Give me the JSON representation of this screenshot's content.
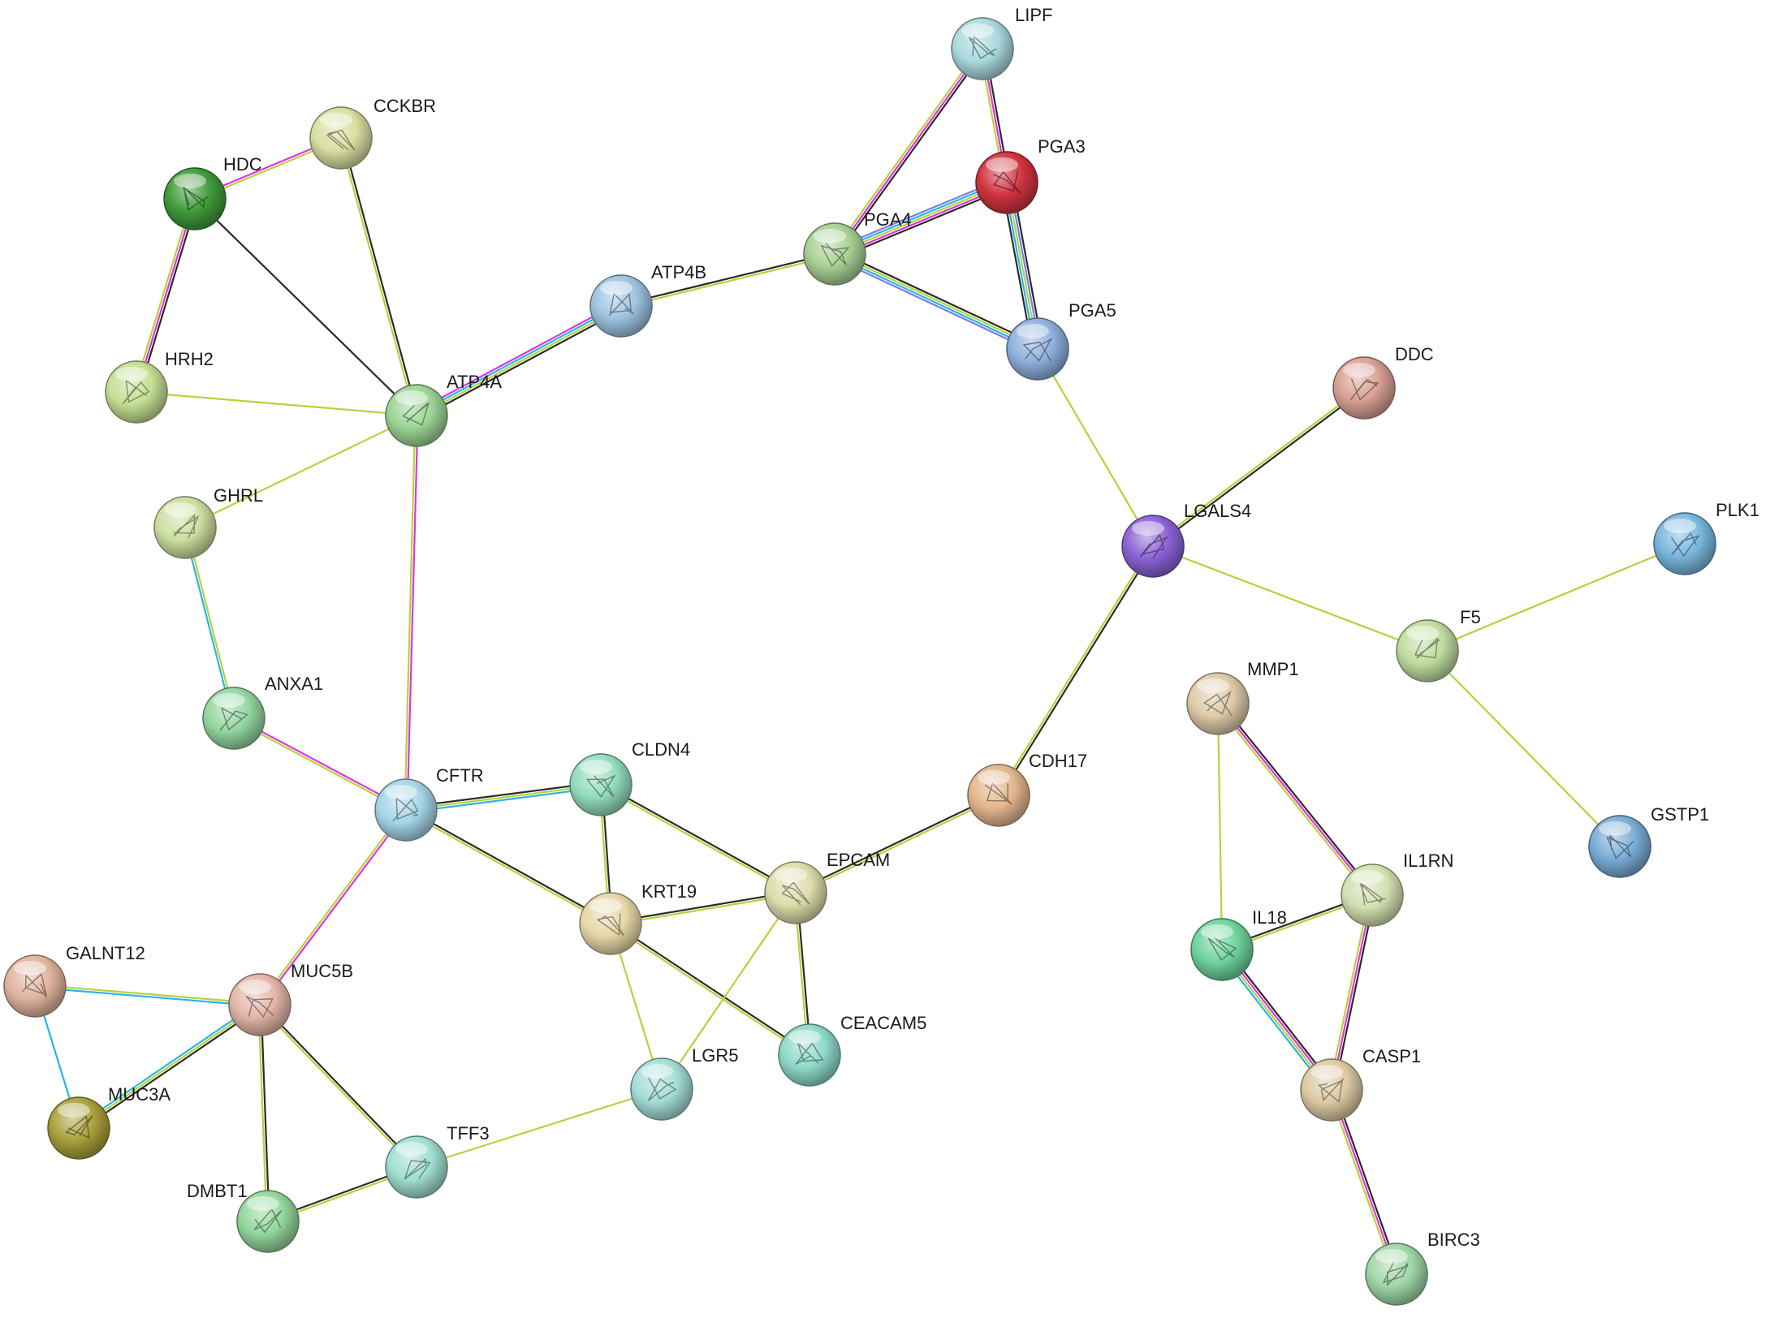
{
  "edge_colors": {
    "black": "#2b2b2b",
    "magenta": "#e033e0",
    "yellowgreen": "#b5d33a",
    "cyan": "#27b5e8",
    "blue": "#7b7bf0"
  },
  "nodes": [
    {
      "id": "LIPF",
      "label": "LIPF",
      "color": "#a9d9de"
    },
    {
      "id": "CCKBR",
      "label": "CCKBR",
      "color": "#d9dea0"
    },
    {
      "id": "HDC",
      "label": "HDC",
      "color": "#3f9a3a"
    },
    {
      "id": "PGA3",
      "label": "PGA3",
      "color": "#d0333f"
    },
    {
      "id": "PGA4",
      "label": "PGA4",
      "color": "#a8d093"
    },
    {
      "id": "ATP4B",
      "label": "ATP4B",
      "color": "#9dc3e0"
    },
    {
      "id": "PGA5",
      "label": "PGA5",
      "color": "#8eb0dc"
    },
    {
      "id": "HRH2",
      "label": "HRH2",
      "color": "#c3df93"
    },
    {
      "id": "ATP4A",
      "label": "ATP4A",
      "color": "#9cd494"
    },
    {
      "id": "DDC",
      "label": "DDC",
      "color": "#d8a093"
    },
    {
      "id": "GHRL",
      "label": "GHRL",
      "color": "#ccdea0"
    },
    {
      "id": "LGALS4",
      "label": "LGALS4",
      "color": "#8a62d4"
    },
    {
      "id": "PLK1",
      "label": "PLK1",
      "color": "#79b7de"
    },
    {
      "id": "F5",
      "label": "F5",
      "color": "#bfdca0"
    },
    {
      "id": "ANXA1",
      "label": "ANXA1",
      "color": "#93d69f"
    },
    {
      "id": "MMP1",
      "label": "MMP1",
      "color": "#dec9a8"
    },
    {
      "id": "CFTR",
      "label": "CFTR",
      "color": "#a6d5e6"
    },
    {
      "id": "CLDN4",
      "label": "CLDN4",
      "color": "#93dbbd"
    },
    {
      "id": "CDH17",
      "label": "CDH17",
      "color": "#e3b68d"
    },
    {
      "id": "GSTP1",
      "label": "GSTP1",
      "color": "#79acd6"
    },
    {
      "id": "EPCAM",
      "label": "EPCAM",
      "color": "#dcdcaa"
    },
    {
      "id": "IL1RN",
      "label": "IL1RN",
      "color": "#d3e0b0"
    },
    {
      "id": "KRT19",
      "label": "KRT19",
      "color": "#e6d7a8"
    },
    {
      "id": "IL18",
      "label": "IL18",
      "color": "#6fd39c"
    },
    {
      "id": "GALNT12",
      "label": "GALNT12",
      "color": "#e0b39e"
    },
    {
      "id": "MUC5B",
      "label": "MUC5B",
      "color": "#e3b5a8"
    },
    {
      "id": "CEACAM5",
      "label": "CEACAM5",
      "color": "#8fd9c9"
    },
    {
      "id": "CASP1",
      "label": "CASP1",
      "color": "#dcc9a3"
    },
    {
      "id": "LGR5",
      "label": "LGR5",
      "color": "#a3dcd6"
    },
    {
      "id": "MUC3A",
      "label": "MUC3A",
      "color": "#a8a03a"
    },
    {
      "id": "TFF3",
      "label": "TFF3",
      "color": "#9fded0"
    },
    {
      "id": "DMBT1",
      "label": "DMBT1",
      "color": "#93d69c"
    },
    {
      "id": "BIRC3",
      "label": "BIRC3",
      "color": "#9fd6a6"
    }
  ],
  "edges": [
    {
      "source": "LIPF",
      "target": "PGA3",
      "colors": [
        "black",
        "magenta",
        "yellowgreen"
      ]
    },
    {
      "source": "LIPF",
      "target": "PGA4",
      "colors": [
        "black",
        "magenta",
        "yellowgreen"
      ]
    },
    {
      "source": "PGA3",
      "target": "PGA4",
      "colors": [
        "black",
        "magenta",
        "yellowgreen",
        "cyan",
        "blue"
      ]
    },
    {
      "source": "PGA3",
      "target": "PGA5",
      "colors": [
        "black",
        "blue",
        "yellowgreen",
        "cyan",
        "black"
      ]
    },
    {
      "source": "PGA4",
      "target": "PGA5",
      "colors": [
        "black",
        "yellowgreen",
        "cyan",
        "blue"
      ]
    },
    {
      "source": "ATP4B",
      "target": "PGA4",
      "colors": [
        "black",
        "yellowgreen"
      ]
    },
    {
      "source": "ATP4B",
      "target": "ATP4A",
      "colors": [
        "black",
        "yellowgreen",
        "cyan",
        "magenta"
      ]
    },
    {
      "source": "HDC",
      "target": "CCKBR",
      "colors": [
        "magenta",
        "yellowgreen"
      ]
    },
    {
      "source": "HDC",
      "target": "HRH2",
      "colors": [
        "black",
        "magenta",
        "yellowgreen"
      ]
    },
    {
      "source": "HDC",
      "target": "ATP4A",
      "colors": [
        "black"
      ]
    },
    {
      "source": "CCKBR",
      "target": "ATP4A",
      "colors": [
        "black",
        "yellowgreen"
      ]
    },
    {
      "source": "HRH2",
      "target": "ATP4A",
      "colors": [
        "yellowgreen"
      ]
    },
    {
      "source": "GHRL",
      "target": "ATP4A",
      "colors": [
        "yellowgreen"
      ]
    },
    {
      "source": "ATP4A",
      "target": "CFTR",
      "colors": [
        "magenta",
        "yellowgreen"
      ]
    },
    {
      "source": "GHRL",
      "target": "ANXA1",
      "colors": [
        "yellowgreen",
        "cyan"
      ]
    },
    {
      "source": "ANXA1",
      "target": "CFTR",
      "colors": [
        "magenta",
        "yellowgreen"
      ]
    },
    {
      "source": "PGA5",
      "target": "LGALS4",
      "colors": [
        "yellowgreen"
      ]
    },
    {
      "source": "DDC",
      "target": "LGALS4",
      "colors": [
        "black",
        "yellowgreen"
      ]
    },
    {
      "source": "LGALS4",
      "target": "F5",
      "colors": [
        "yellowgreen"
      ]
    },
    {
      "source": "LGALS4",
      "target": "CDH17",
      "colors": [
        "black",
        "yellowgreen"
      ]
    },
    {
      "source": "F5",
      "target": "PLK1",
      "colors": [
        "yellowgreen"
      ]
    },
    {
      "source": "F5",
      "target": "GSTP1",
      "colors": [
        "yellowgreen"
      ]
    },
    {
      "source": "CFTR",
      "target": "CLDN4",
      "colors": [
        "black",
        "yellowgreen",
        "cyan"
      ]
    },
    {
      "source": "CFTR",
      "target": "KRT19",
      "colors": [
        "black",
        "yellowgreen"
      ]
    },
    {
      "source": "CFTR",
      "target": "MUC5B",
      "colors": [
        "magenta",
        "yellowgreen"
      ]
    },
    {
      "source": "CLDN4",
      "target": "KRT19",
      "colors": [
        "black",
        "yellowgreen"
      ]
    },
    {
      "source": "CLDN4",
      "target": "EPCAM",
      "colors": [
        "black",
        "yellowgreen"
      ]
    },
    {
      "source": "KRT19",
      "target": "EPCAM",
      "colors": [
        "black",
        "yellowgreen"
      ]
    },
    {
      "source": "KRT19",
      "target": "CEACAM5",
      "colors": [
        "black",
        "yellowgreen"
      ]
    },
    {
      "source": "KRT19",
      "target": "LGR5",
      "colors": [
        "yellowgreen"
      ]
    },
    {
      "source": "EPCAM",
      "target": "CEACAM5",
      "colors": [
        "black",
        "yellowgreen"
      ]
    },
    {
      "source": "EPCAM",
      "target": "LGR5",
      "colors": [
        "yellowgreen"
      ]
    },
    {
      "source": "EPCAM",
      "target": "CDH17",
      "colors": [
        "black",
        "yellowgreen"
      ]
    },
    {
      "source": "LGR5",
      "target": "TFF3",
      "colors": [
        "yellowgreen"
      ]
    },
    {
      "source": "GALNT12",
      "target": "MUC5B",
      "colors": [
        "yellowgreen",
        "cyan"
      ]
    },
    {
      "source": "GALNT12",
      "target": "MUC3A",
      "colors": [
        "cyan"
      ]
    },
    {
      "source": "MUC5B",
      "target": "MUC3A",
      "colors": [
        "black",
        "yellowgreen",
        "cyan"
      ]
    },
    {
      "source": "MUC5B",
      "target": "TFF3",
      "colors": [
        "black",
        "yellowgreen"
      ]
    },
    {
      "source": "MUC5B",
      "target": "DMBT1",
      "colors": [
        "black",
        "yellowgreen"
      ]
    },
    {
      "source": "DMBT1",
      "target": "TFF3",
      "colors": [
        "black",
        "yellowgreen"
      ]
    },
    {
      "source": "MMP1",
      "target": "IL1RN",
      "colors": [
        "black",
        "magenta",
        "yellowgreen"
      ]
    },
    {
      "source": "MMP1",
      "target": "IL18",
      "colors": [
        "yellowgreen"
      ]
    },
    {
      "source": "IL18",
      "target": "IL1RN",
      "colors": [
        "black",
        "yellowgreen"
      ]
    },
    {
      "source": "IL18",
      "target": "CASP1",
      "colors": [
        "black",
        "magenta",
        "yellowgreen",
        "cyan"
      ]
    },
    {
      "source": "IL1RN",
      "target": "CASP1",
      "colors": [
        "black",
        "magenta",
        "yellowgreen"
      ]
    },
    {
      "source": "CASP1",
      "target": "BIRC3",
      "colors": [
        "black",
        "magenta",
        "yellowgreen"
      ]
    }
  ]
}
